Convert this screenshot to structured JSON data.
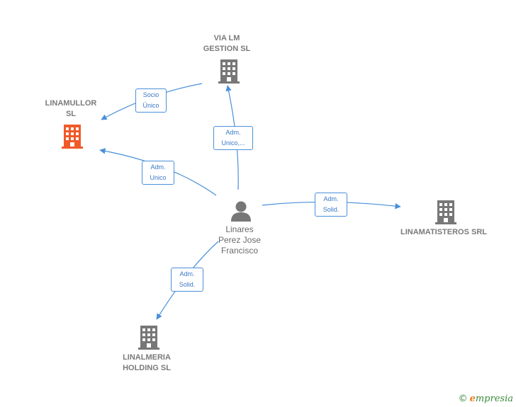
{
  "nodes": {
    "via_lm": {
      "line1": "VIA LM",
      "line2": "GESTION  SL",
      "icon": "building-icon",
      "color": "#777777"
    },
    "linamullor": {
      "line1": "LINAMULLOR",
      "line2": "SL",
      "icon": "building-icon",
      "color": "#f05a28"
    },
    "linamatisteros": {
      "line1": "LINAMATISTEROS SRL",
      "icon": "building-icon",
      "color": "#777777"
    },
    "linalmeria": {
      "line1": "LINALMERIA",
      "line2": "HOLDING SL",
      "icon": "building-icon",
      "color": "#777777"
    },
    "person": {
      "line1": "Linares",
      "line2": "Perez Jose",
      "line3": "Francisco",
      "icon": "person-icon",
      "color": "#777777"
    }
  },
  "edges": [
    {
      "id": "via-to-linamullor",
      "line1": "Socio",
      "line2": "Único"
    },
    {
      "id": "person-to-via",
      "line1": "Adm.",
      "line2": "Unico,..."
    },
    {
      "id": "person-to-linamullor",
      "line1": "Adm.",
      "line2": "Unico"
    },
    {
      "id": "person-to-linamatisteros",
      "line1": "Adm.",
      "line2": "Solid."
    },
    {
      "id": "person-to-linalmeria",
      "line1": "Adm.",
      "line2": "Solid."
    }
  ],
  "colors": {
    "edge": "#4a90d9",
    "accent": "#f05a28"
  },
  "footer": {
    "copyright": "©",
    "brand_first": "e",
    "brand_rest": "mpresia"
  }
}
